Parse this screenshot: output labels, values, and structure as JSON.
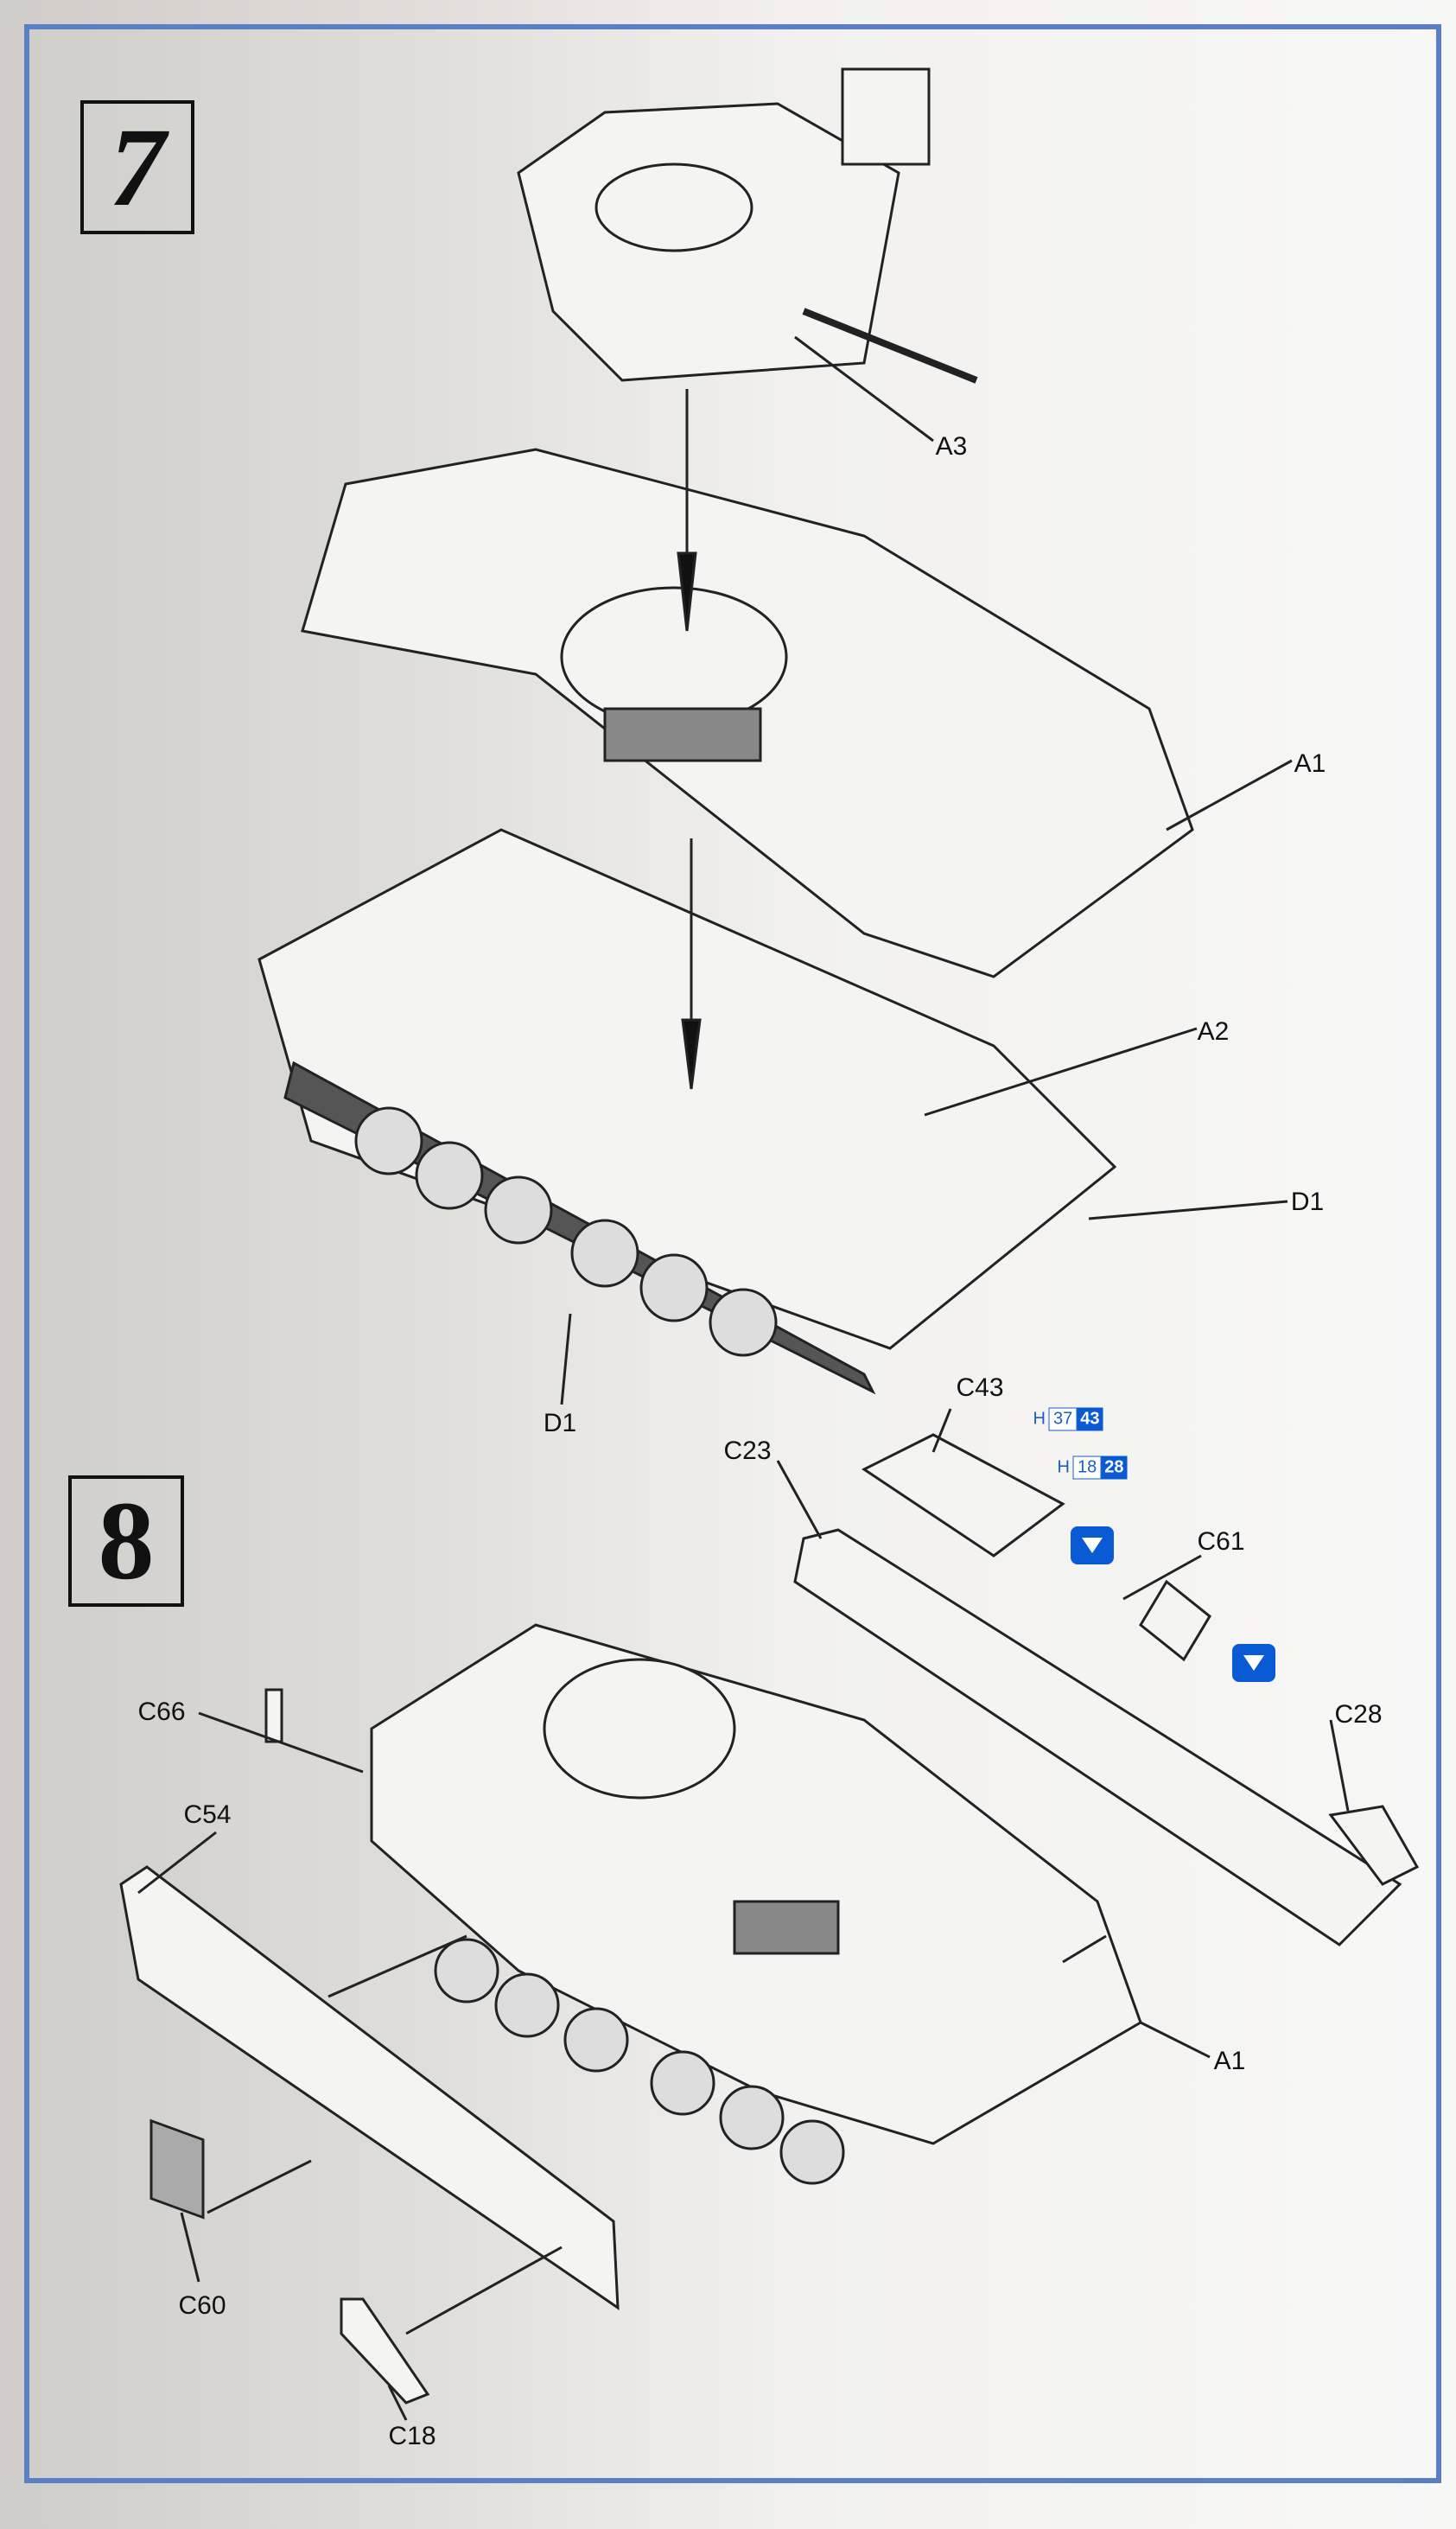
{
  "steps": [
    {
      "number": "7"
    },
    {
      "number": "8"
    }
  ],
  "step7_labels": {
    "a3": "A3",
    "a1": "A1",
    "a2": "A2",
    "d1_right": "D1",
    "d1_bottom": "D1"
  },
  "step8_labels": {
    "c43": "C43",
    "c23": "C23",
    "c61": "C61",
    "c66": "C66",
    "c28": "C28",
    "c54": "C54",
    "a1": "A1",
    "c60": "C60",
    "c18": "C18"
  },
  "paint_callouts": [
    {
      "prefix": "H",
      "code1": "37",
      "code2": "43"
    },
    {
      "prefix": "H",
      "code1": "18",
      "code2": "28"
    }
  ],
  "icons": [
    "cement-glue-icon",
    "cement-glue-icon"
  ],
  "colors": {
    "frame": "#5b7fc4",
    "paint_blue": "#0a5ad4"
  }
}
